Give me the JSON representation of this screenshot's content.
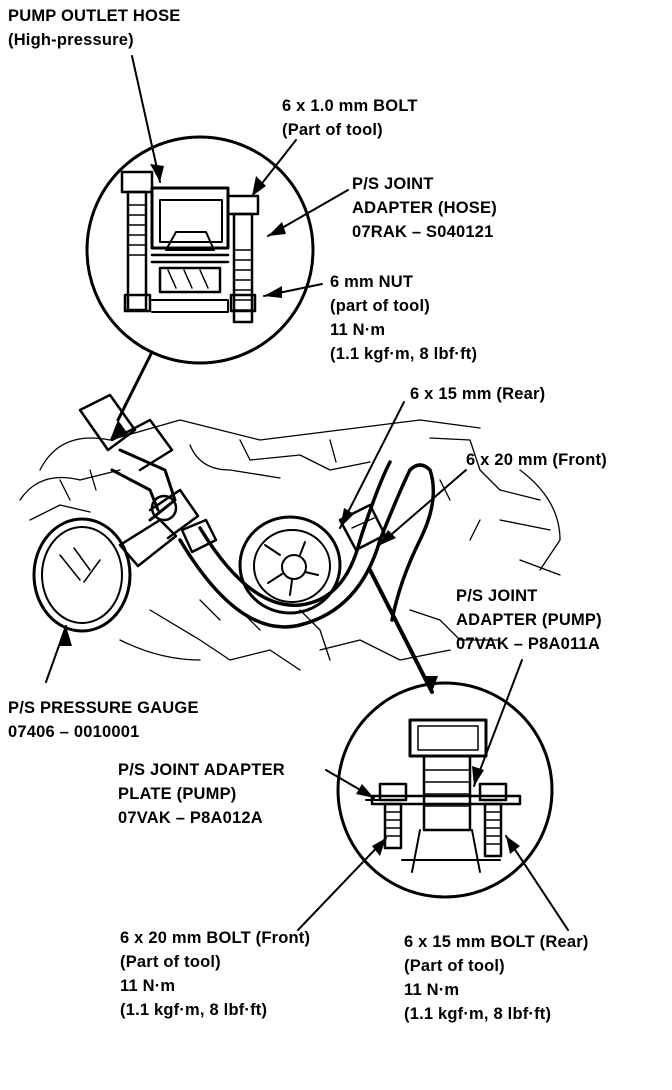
{
  "labels": {
    "pump_outlet_hose": [
      "PUMP OUTLET HOSE",
      "(High-pressure)"
    ],
    "bolt_6x1": [
      "6 x 1.0 mm BOLT",
      "(Part of tool)"
    ],
    "joint_adapter_hose": [
      "P/S JOINT",
      "ADAPTER (HOSE)",
      "07RAK – S040121"
    ],
    "nut_6mm": [
      "6 mm NUT",
      "(part of tool)",
      "11 N·m",
      "(1.1 kgf·m, 8 lbf·ft)"
    ],
    "rear_6x15": [
      "6 x 15 mm (Rear)"
    ],
    "front_6x20": [
      "6 x 20 mm (Front)"
    ],
    "joint_adapter_pump": [
      "P/S JOINT",
      "ADAPTER (PUMP)",
      "07VAK – P8A011A"
    ],
    "pressure_gauge": [
      "P/S PRESSURE GAUGE",
      "07406 – 0010001"
    ],
    "adapter_plate": [
      "P/S JOINT ADAPTER",
      "PLATE (PUMP)",
      "07VAK – P8A012A"
    ],
    "front_bolt": [
      "6 x 20 mm BOLT (Front)",
      "(Part of tool)",
      "11 N·m",
      "(1.1 kgf·m, 8 lbf·ft)"
    ],
    "rear_bolt": [
      "6 x 15 mm BOLT (Rear)",
      "(Part of tool)",
      "11 N·m",
      "(1.1 kgf·m, 8 lbf·ft)"
    ]
  },
  "colors": {
    "ink": "#000000",
    "paper": "#ffffff"
  }
}
